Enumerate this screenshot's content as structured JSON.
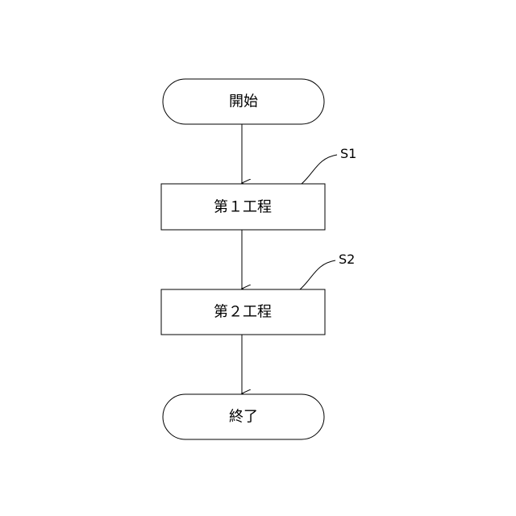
{
  "flowchart": {
    "start": {
      "label": "開始"
    },
    "steps": [
      {
        "id": "S1",
        "label": "第１工程"
      },
      {
        "id": "S2",
        "label": "第２工程"
      }
    ],
    "end": {
      "label": "終了"
    }
  },
  "colors": {
    "stroke": "#000000",
    "background": "#ffffff"
  }
}
